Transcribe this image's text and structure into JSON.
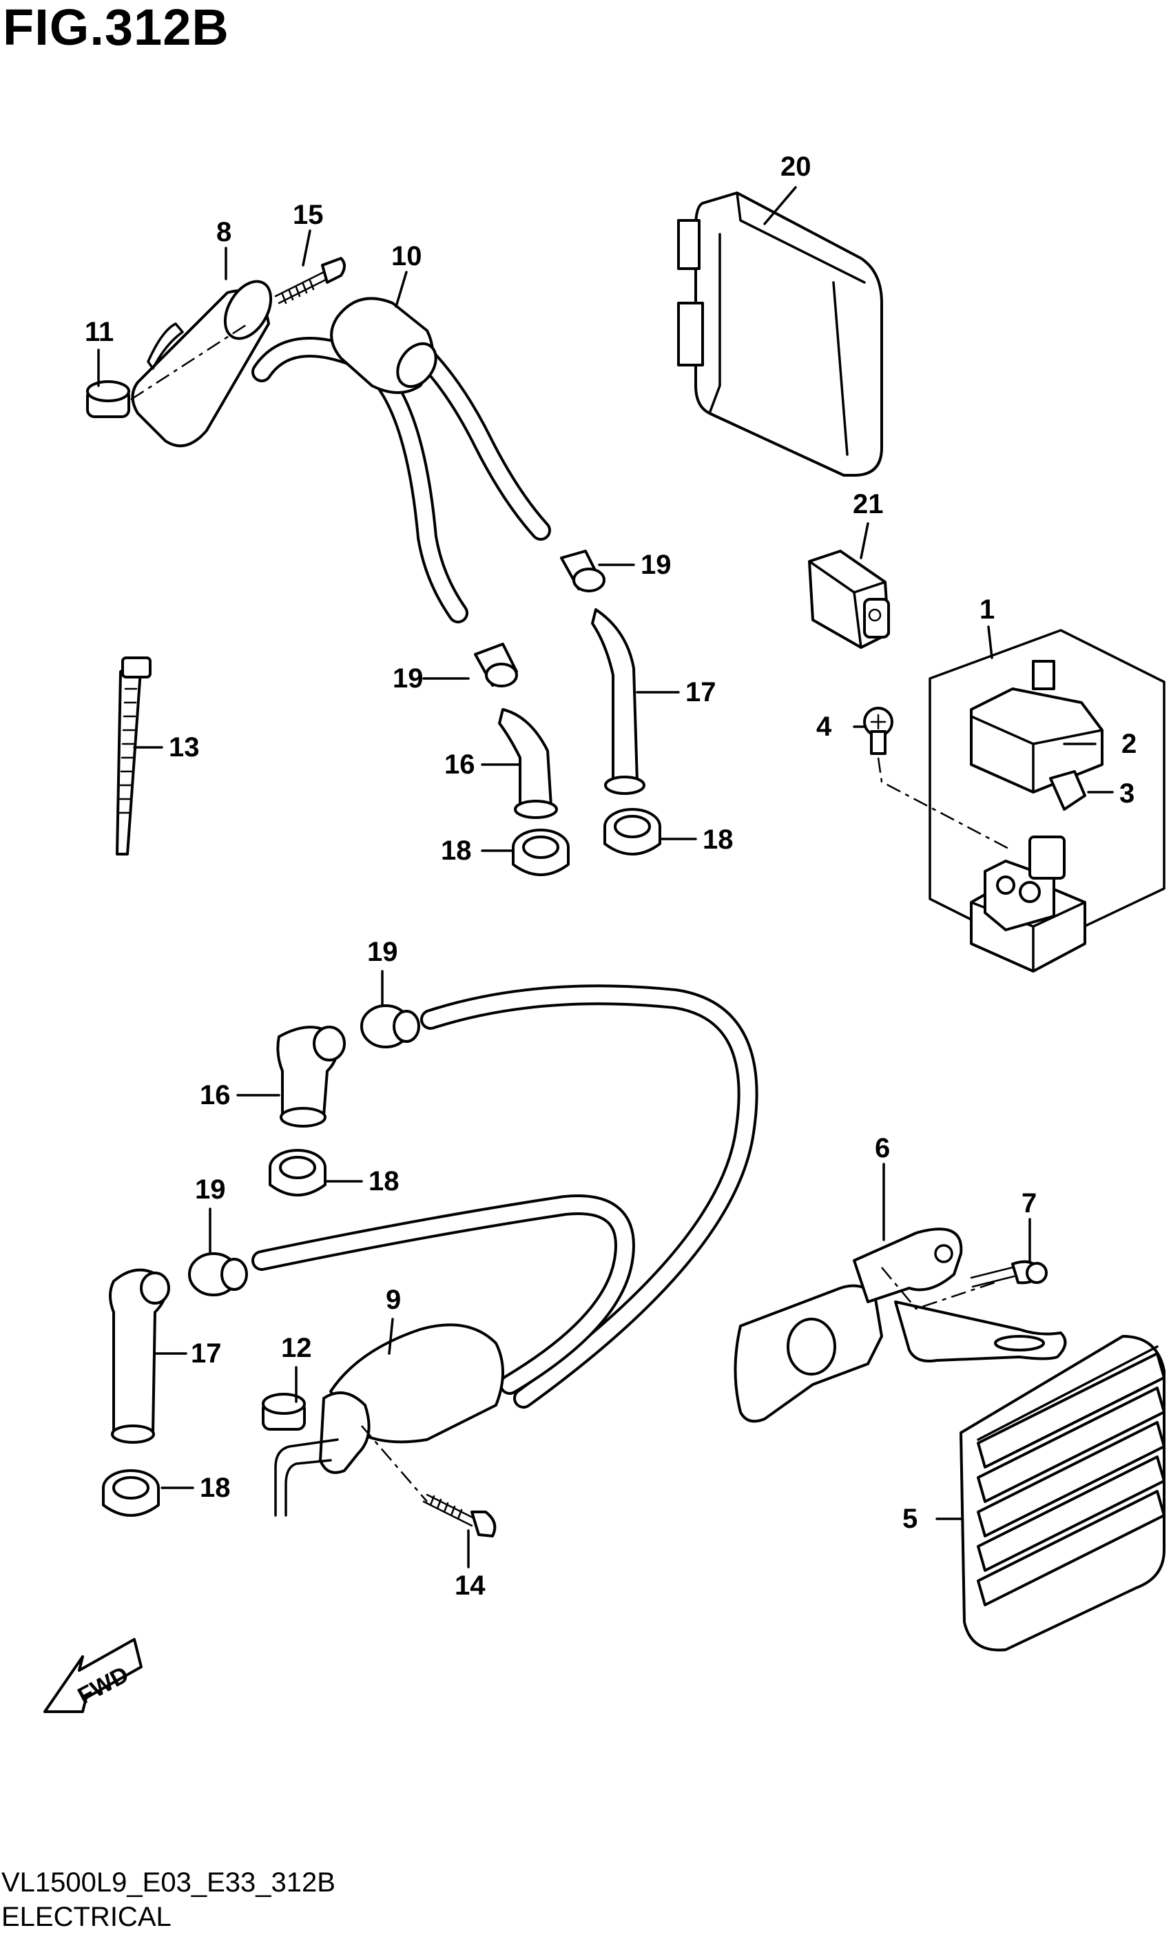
{
  "title": "FIG.312B",
  "footer": {
    "code": "VL1500L9_E03_E33_312B",
    "name": "ELECTRICAL"
  },
  "callouts": {
    "c1": "1",
    "c2": "2",
    "c3": "3",
    "c4": "4",
    "c5": "5",
    "c6": "6",
    "c7": "7",
    "c8": "8",
    "c9": "9",
    "c10": "10",
    "c11": "11",
    "c12": "12",
    "c13": "13",
    "c14": "14",
    "c15": "15",
    "c16a": "16",
    "c16b": "16",
    "c17a": "17",
    "c17b": "17",
    "c18a": "18",
    "c18b": "18",
    "c18c": "18",
    "c18d": "18",
    "c19a": "19",
    "c19b": "19",
    "c19c": "19",
    "c19d": "19",
    "c20": "20",
    "c21": "21"
  },
  "fwd_label": "FWD"
}
